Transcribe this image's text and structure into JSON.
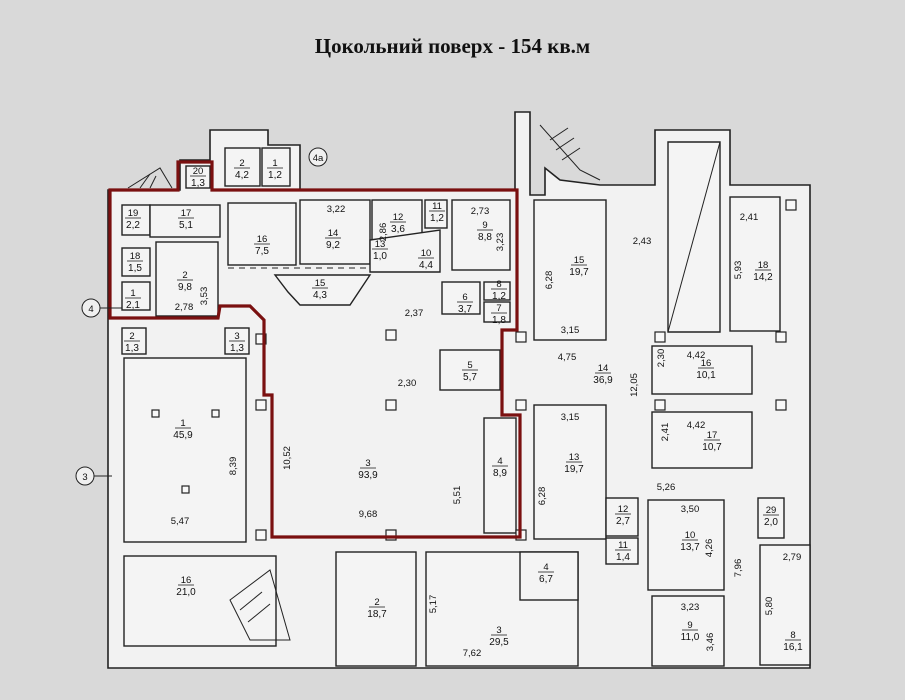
{
  "title": "Цокольний поверх - 154 кв.м",
  "highlight_color": "#7a1010",
  "axis_markers": [
    {
      "id": "4a",
      "label": "4а"
    },
    {
      "id": "4",
      "label": "4"
    },
    {
      "id": "3",
      "label": "3"
    }
  ],
  "rooms": [
    {
      "id": "r20",
      "num": "20",
      "area": "1,3"
    },
    {
      "id": "r2top",
      "num": "2",
      "area": "4,2"
    },
    {
      "id": "r1top",
      "num": "1",
      "area": "1,2"
    },
    {
      "id": "r19",
      "num": "19",
      "area": "2,2"
    },
    {
      "id": "r17",
      "num": "17",
      "area": "5,1"
    },
    {
      "id": "r18",
      "num": "18",
      "area": "1,5"
    },
    {
      "id": "r1a",
      "num": "1",
      "area": "2,1"
    },
    {
      "id": "r2a",
      "num": "2",
      "area": "9,8"
    },
    {
      "id": "r16a",
      "num": "16",
      "area": "7,5"
    },
    {
      "id": "r14a",
      "num": "14",
      "area": "9,2"
    },
    {
      "id": "r15a",
      "num": "15",
      "area": "4,3"
    },
    {
      "id": "r12a",
      "num": "12",
      "area": "3,6"
    },
    {
      "id": "r11a",
      "num": "11",
      "area": "1,2"
    },
    {
      "id": "r13a",
      "num": "13",
      "area": "1,0"
    },
    {
      "id": "r10a",
      "num": "10",
      "area": "4,4"
    },
    {
      "id": "r9a",
      "num": "9",
      "area": "8,8"
    },
    {
      "id": "r6a",
      "num": "6",
      "area": "3,7"
    },
    {
      "id": "r8a",
      "num": "8",
      "area": "1,2"
    },
    {
      "id": "r7a",
      "num": "7",
      "area": "1,8"
    },
    {
      "id": "r5a",
      "num": "5",
      "area": "5,7"
    },
    {
      "id": "r3main",
      "num": "3",
      "area": "93,9"
    },
    {
      "id": "r4a",
      "num": "4",
      "area": "8,9"
    },
    {
      "id": "r2b",
      "num": "2",
      "area": "1,3"
    },
    {
      "id": "r3b",
      "num": "3",
      "area": "1,3"
    },
    {
      "id": "r1big",
      "num": "1",
      "area": "45,9"
    },
    {
      "id": "r16b",
      "num": "16",
      "area": "21,0"
    },
    {
      "id": "r2c",
      "num": "2",
      "area": "18,7"
    },
    {
      "id": "r3c",
      "num": "3",
      "area": "29,5"
    },
    {
      "id": "r4c",
      "num": "4",
      "area": "6,7"
    },
    {
      "id": "r15b",
      "num": "15",
      "area": "19,7"
    },
    {
      "id": "r14b",
      "num": "14",
      "area": "36,9"
    },
    {
      "id": "r13b",
      "num": "13",
      "area": "19,7"
    },
    {
      "id": "r12b",
      "num": "12",
      "area": "2,7"
    },
    {
      "id": "r11b",
      "num": "11",
      "area": "1,4"
    },
    {
      "id": "r10b",
      "num": "10",
      "area": "13,7"
    },
    {
      "id": "r9b",
      "num": "9",
      "area": "11,0"
    },
    {
      "id": "r16c",
      "num": "16",
      "area": "10,1"
    },
    {
      "id": "r17c",
      "num": "17",
      "area": "10,7"
    },
    {
      "id": "r18c",
      "num": "18",
      "area": "14,2"
    },
    {
      "id": "r29",
      "num": "29",
      "area": "2,0"
    },
    {
      "id": "r8c",
      "num": "8",
      "area": "16,1"
    }
  ],
  "dimensions": [
    {
      "id": "d322",
      "text": "3,22"
    },
    {
      "id": "d286",
      "text": "2,86"
    },
    {
      "id": "d273",
      "text": "2,73"
    },
    {
      "id": "d323a",
      "text": "3,23"
    },
    {
      "id": "d353",
      "text": "3,53"
    },
    {
      "id": "d278",
      "text": "2,78"
    },
    {
      "id": "d237",
      "text": "2,37"
    },
    {
      "id": "d230",
      "text": "2,30"
    },
    {
      "id": "d1052",
      "text": "10,52"
    },
    {
      "id": "d968",
      "text": "9,68"
    },
    {
      "id": "d551",
      "text": "5,51"
    },
    {
      "id": "d839",
      "text": "8,39"
    },
    {
      "id": "d547",
      "text": "5,47"
    },
    {
      "id": "d628a",
      "text": "6,28"
    },
    {
      "id": "d315a",
      "text": "3,15"
    },
    {
      "id": "d243",
      "text": "2,43"
    },
    {
      "id": "d241a",
      "text": "2,41"
    },
    {
      "id": "d593",
      "text": "5,93"
    },
    {
      "id": "d475",
      "text": "4,75"
    },
    {
      "id": "d1205",
      "text": "12,05"
    },
    {
      "id": "d230b",
      "text": "2,30"
    },
    {
      "id": "d442a",
      "text": "4,42"
    },
    {
      "id": "d442b",
      "text": "4,42"
    },
    {
      "id": "d241b",
      "text": "2,41"
    },
    {
      "id": "d315b",
      "text": "3,15"
    },
    {
      "id": "d628b",
      "text": "6,28"
    },
    {
      "id": "d526",
      "text": "5,26"
    },
    {
      "id": "d350",
      "text": "3,50"
    },
    {
      "id": "d426",
      "text": "4,26"
    },
    {
      "id": "d796",
      "text": "7,96"
    },
    {
      "id": "d323b",
      "text": "3,23"
    },
    {
      "id": "d346",
      "text": "3,46"
    },
    {
      "id": "d279",
      "text": "2,79"
    },
    {
      "id": "d580",
      "text": "5,80"
    },
    {
      "id": "d517",
      "text": "5,17"
    },
    {
      "id": "d762",
      "text": "7,62"
    }
  ]
}
